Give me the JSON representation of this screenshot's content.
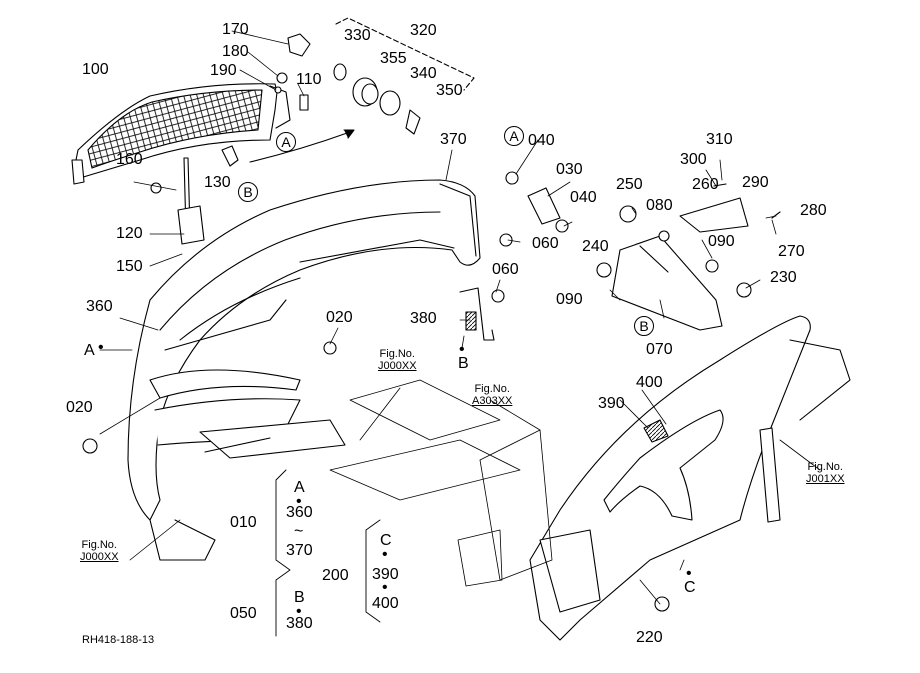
{
  "diagram_code": "RH418-188-13",
  "callouts": {
    "c170": "170",
    "c180": "180",
    "c190": "190",
    "c100": "100",
    "c110": "110",
    "c330": "330",
    "c320": "320",
    "c355": "355",
    "c340": "340",
    "c350": "350",
    "c370": "370",
    "c040a": "040",
    "c030": "030",
    "c040b": "040",
    "c160": "160",
    "c130": "130",
    "c120": "120",
    "c150": "150",
    "c310": "310",
    "c300": "300",
    "c290": "290",
    "c280": "280",
    "c270": "270",
    "c250": "250",
    "c080": "080",
    "c260": "260",
    "c090a": "090",
    "c240": "240",
    "c230": "230",
    "c090b": "090",
    "c070": "070",
    "c060a": "060",
    "c060b": "060",
    "c380": "380",
    "c360": "360",
    "c020a": "020",
    "c020b": "020",
    "c400": "400",
    "c390": "390",
    "c220": "220",
    "c010": "010",
    "c050": "050",
    "c200": "200"
  },
  "letters": {
    "A_top": "A",
    "A_right": "A",
    "B_left": "B",
    "B_bottom": "B",
    "A_side": "A",
    "B_under380": "B",
    "C_panel": "C"
  },
  "groups": {
    "g010": {
      "letter": "A",
      "from": "360",
      "tilde": "~",
      "to": "370"
    },
    "g050": {
      "letter": "B",
      "item": "380"
    },
    "g200": {
      "letter": "C",
      "from": "390",
      "to": "400"
    }
  },
  "references": {
    "fig1": {
      "line1": "Fig.No.",
      "line2": "J000XX"
    },
    "fig2": {
      "line1": "Fig.No.",
      "line2": "A303XX"
    },
    "fig3": {
      "line1": "Fig.No.",
      "line2": "J001XX"
    },
    "fig4": {
      "line1": "Fig.No.",
      "line2": "J000XX"
    }
  }
}
